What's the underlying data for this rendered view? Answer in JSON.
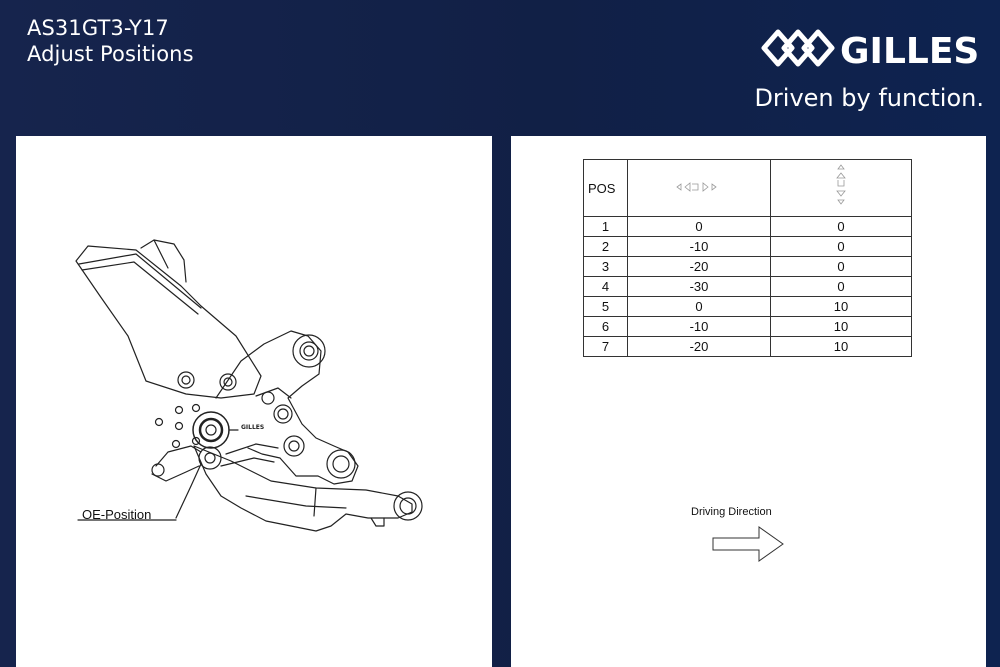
{
  "header": {
    "model": "AS31GT3-Y17",
    "subtitle": "Adjust Positions",
    "brand_name": "GILLES",
    "tagline": "Driven by function."
  },
  "drawing": {
    "oe_label": "OE-Position",
    "engraving": "GILLES"
  },
  "table": {
    "pos_header": "POS",
    "horizontal_header_icon": "horizontal-adjust-icon",
    "vertical_header_icon": "vertical-adjust-icon",
    "rows": [
      {
        "pos": "1",
        "h": "0",
        "v": "0"
      },
      {
        "pos": "2",
        "h": "-10",
        "v": "0"
      },
      {
        "pos": "3",
        "h": "-20",
        "v": "0"
      },
      {
        "pos": "4",
        "h": "-30",
        "v": "0"
      },
      {
        "pos": "5",
        "h": "0",
        "v": "10"
      },
      {
        "pos": "6",
        "h": "-10",
        "v": "10"
      },
      {
        "pos": "7",
        "h": "-20",
        "v": "10"
      }
    ]
  },
  "direction": {
    "label": "Driving Direction",
    "icon": "right-arrow-icon"
  },
  "colors": {
    "header_bg": "#142350",
    "panel_bg": "#ffffff",
    "text_light": "#ffffff",
    "line": "#222222"
  }
}
